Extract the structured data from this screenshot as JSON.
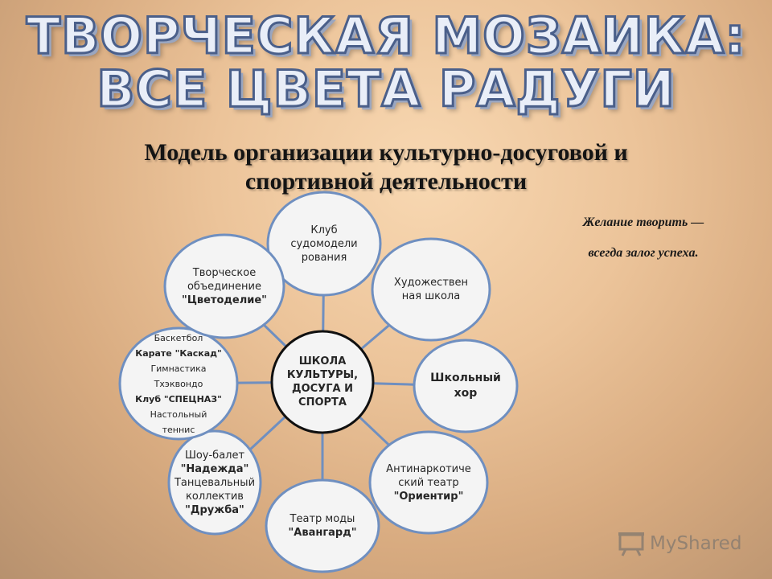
{
  "title": {
    "line1": "ТВОРЧЕСКАЯ МОЗАИКА:",
    "line2": "ВСЕ ЦВЕТА РАДУГИ"
  },
  "subtitle": {
    "line1": "Модель организации  культурно-досуговой и",
    "line2": "спортивной деятельности"
  },
  "motto": {
    "line1": "Желание  творить —",
    "line2": "всегда залог успеха."
  },
  "diagram": {
    "center": [
      "ШКОЛА",
      "КУЛЬТУРЫ,",
      "ДОСУГА И",
      "СПОРТА"
    ],
    "nodes": {
      "ship_club": [
        "Клуб",
        "судомодели",
        "рования"
      ],
      "art_school": [
        "Художествен",
        "ная школа"
      ],
      "choir": [
        "Школьный",
        "хор"
      ],
      "theatre": [
        "Антинаркотиче",
        "ский театр",
        "\"Ориентир\""
      ],
      "fashion": [
        "Театр моды",
        "\"Авангард\""
      ],
      "dance": [
        "Шоу-балет",
        "\"Надежда\"",
        "Танцевальный",
        "коллектив",
        "\"Дружба\""
      ],
      "sport": [
        "Баскетбол",
        "Карате \"Каскад\"",
        "Гимнастика",
        "Тхэквондо",
        "Клуб \"СПЕЦНАЗ\"",
        "Настольный",
        "теннис"
      ],
      "flowers": [
        "Творческое",
        "объединение",
        "\"Цветоделие\""
      ]
    },
    "colors": {
      "circle_border": "#6f8fc0",
      "circle_fill": "#f4f4f4",
      "center_border": "#101010",
      "connector": "#6f8fc0"
    }
  },
  "watermark": {
    "text": "MyShared",
    "icon": "presentation-board-icon"
  }
}
